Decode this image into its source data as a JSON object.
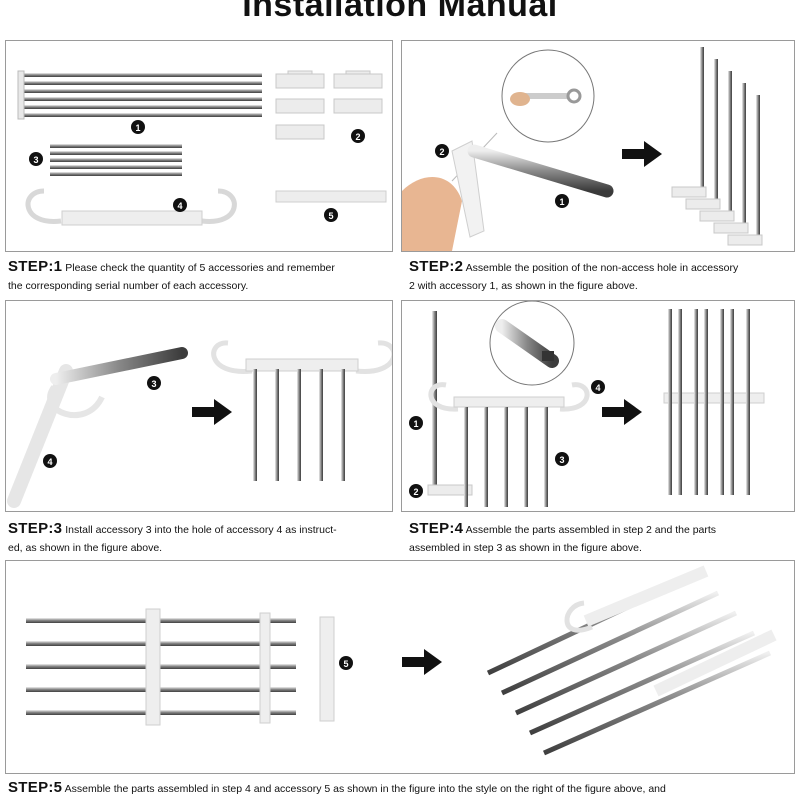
{
  "title": "Installation Manual",
  "callouts": [
    "1",
    "2",
    "3",
    "4",
    "5"
  ],
  "steps": [
    {
      "label": "STEP:1",
      "line1": "Please check the quantity of 5 accessories and remember",
      "line2": "the corresponding serial number of each accessory."
    },
    {
      "label": "STEP:2",
      "line1": "Assemble the position of the non-access hole in accessory",
      "line2": "2 with accessory 1, as shown in the figure above."
    },
    {
      "label": "STEP:3",
      "line1": "Install accessory 3 into the hole of accessory 4 as instruct-",
      "line2": "ed, as shown in the figure above."
    },
    {
      "label": "STEP:4",
      "line1": "Assemble the parts assembled in step 2 and the parts",
      "line2": "assembled in step 3 as shown in the figure above."
    },
    {
      "label": "STEP:5",
      "line1": "Assemble the parts assembled in step 4 and accessory 5  as shown in the figure into the style on the right of the figure above, and"
    }
  ]
}
